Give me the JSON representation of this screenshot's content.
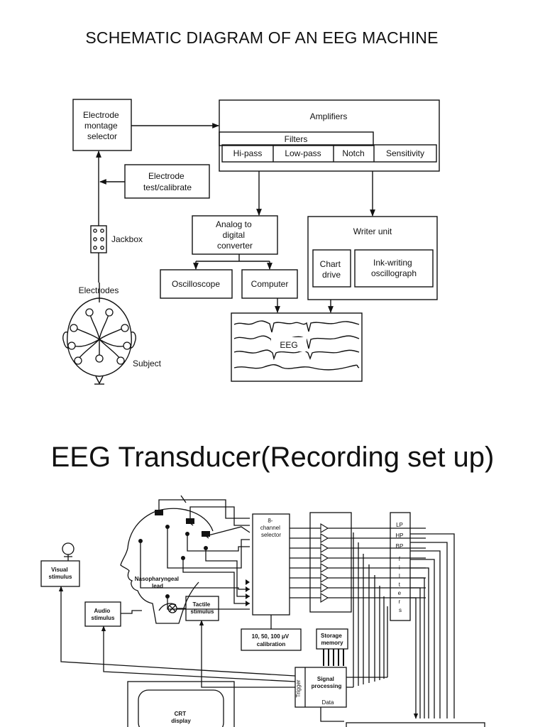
{
  "titles": {
    "top": "SCHEMATIC DIAGRAM OF AN EEG MACHINE",
    "bottom": "EEG Transducer(Recording set up)"
  },
  "diagram1": {
    "electrode_montage_selector": [
      "Electrode",
      "montage",
      "selector"
    ],
    "amplifiers": "Amplifiers",
    "filters": "Filters",
    "hi_pass": "Hi-pass",
    "low_pass": "Low-pass",
    "notch": "Notch",
    "sensitivity": "Sensitivity",
    "electrode_test": [
      "Electrode",
      "test/calibrate"
    ],
    "jackbox": "Jackbox",
    "adc": [
      "Analog to",
      "digital",
      "converter"
    ],
    "writer_unit": "Writer unit",
    "chart_drive": [
      "Chart",
      "drive"
    ],
    "ink_writing": [
      "Ink-writing",
      "oscillograph"
    ],
    "oscilloscope": "Oscilloscope",
    "computer": "Computer",
    "electrodes": "Electrodes",
    "eeg": "EEG",
    "subject": "Subject"
  },
  "diagram2": {
    "visual_stimulus": [
      "Visual",
      "stimulus"
    ],
    "audio_stimulus": [
      "Audio",
      "stimulus"
    ],
    "tactile_stimulus": [
      "Tactile",
      "stimulus"
    ],
    "nasopharyngeal": [
      "Nasopharyngeal",
      "lead"
    ],
    "channel_selector": [
      "8-",
      "channel",
      "selector"
    ],
    "filters": [
      "LP",
      "HP",
      "BP",
      "f",
      "i",
      "l",
      "t",
      "e",
      "r",
      "s"
    ],
    "calibration": [
      "10, 50, 100 μV",
      "calibration"
    ],
    "storage_memory": [
      "Storage",
      "memory"
    ],
    "signal_processing": [
      "Signal",
      "processing"
    ],
    "trigger": "Trigger",
    "data": "Data",
    "crt_display": [
      "CRT",
      "display"
    ]
  }
}
